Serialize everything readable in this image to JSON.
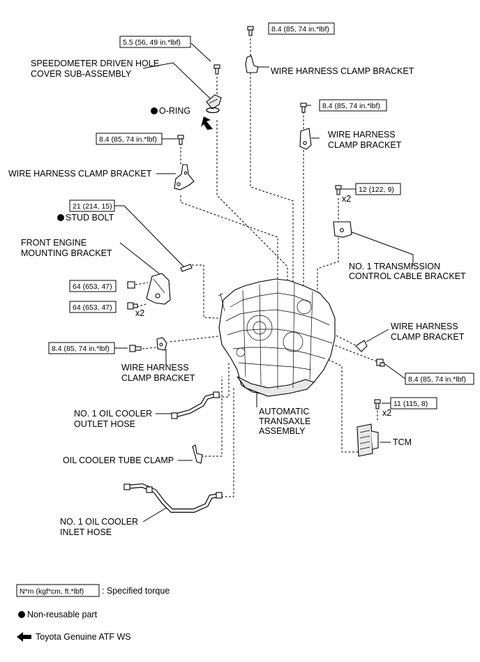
{
  "torques": {
    "t1": "5.5 (56, 49 in.*lbf)",
    "t2": "8.4 (85, 74 in.*lbf)",
    "t3": "8.4 (85, 74 in.*lbf)",
    "t4": "8.4 (85, 74 in.*lbf)",
    "t5": "12 (122, 9)",
    "t6": "21 (214, 15)",
    "t7": "64 (653, 47)",
    "t8": "64 (653, 47)",
    "t9": "8.4 (85, 74 in.*lbf)",
    "t10": "8.4 (85, 74 in.*lbf)",
    "t11": "11 (115, 8)"
  },
  "multipliers": {
    "m1": "x2",
    "m2": "x2",
    "m3": "x2"
  },
  "parts": {
    "speedo_1": "SPEEDOMETER DRIVEN HOLE",
    "speedo_2": "COVER SUB-ASSEMBLY",
    "oring": "O-RING",
    "whcb_top": "WIRE HARNESS CLAMP BRACKET",
    "whcb_mid_1": "WIRE HARNESS",
    "whcb_mid_2": "CLAMP BRACKET",
    "whcb_left": "WIRE HARNESS CLAMP BRACKET",
    "stud": "STUD BOLT",
    "front_1": "FRONT ENGINE",
    "front_2": "MOUNTING BRACKET",
    "tcb_1": "NO. 1 TRANSMISSION",
    "tcb_2": "CONTROL CABLE BRACKET",
    "whcb_right_1": "WIRE HARNESS",
    "whcb_right_2": "CLAMP BRACKET",
    "whcb_low_1": "WIRE HARNESS",
    "whcb_low_2": "CLAMP BRACKET",
    "outlet_1": "NO. 1 OIL COOLER",
    "outlet_2": "OUTLET HOSE",
    "at_1": "AUTOMATIC",
    "at_2": "TRANSAXLE",
    "at_3": "ASSEMBLY",
    "tcm": "TCM",
    "clamp": "OIL COOLER TUBE CLAMP",
    "inlet_1": "NO. 1 OIL COOLER",
    "inlet_2": "INLET HOSE"
  },
  "legend": {
    "unit_box": "N*m (kgf*cm, ft.*lbf)",
    "unit_text": ": Specified torque",
    "nonreusable": "Non-reusable part",
    "atf": "Toyota Genuine ATF WS"
  }
}
